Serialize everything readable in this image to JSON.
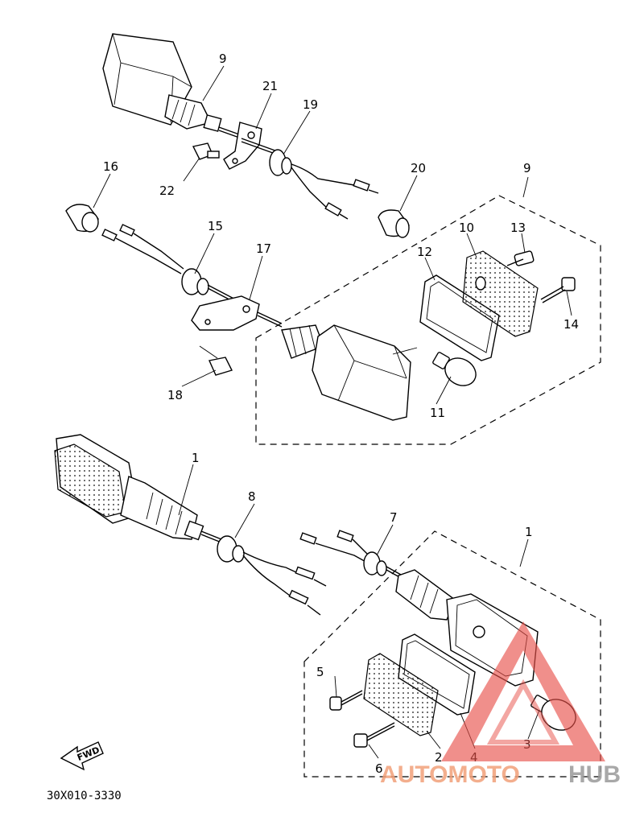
{
  "diagram": {
    "part_code": "30X010-3330",
    "fwd_label": "FWD",
    "watermark": {
      "part1": "AUTOMOTO",
      "part2": "HUB",
      "color1": "#f2a07a",
      "color2": "#9a9a9a",
      "logo_color": "#e8504a"
    },
    "callouts": {
      "c1a": "1",
      "c1b": "1",
      "c2": "2",
      "c3": "3",
      "c4": "4",
      "c5": "5",
      "c6": "6",
      "c7": "7",
      "c8": "8",
      "c9a": "9",
      "c9b": "9",
      "c10": "10",
      "c11": "11",
      "c12": "12",
      "c13": "13",
      "c14": "14",
      "c15": "15",
      "c16": "16",
      "c17": "17",
      "c18": "18",
      "c19": "19",
      "c20": "20",
      "c21": "21",
      "c22": "22"
    }
  }
}
